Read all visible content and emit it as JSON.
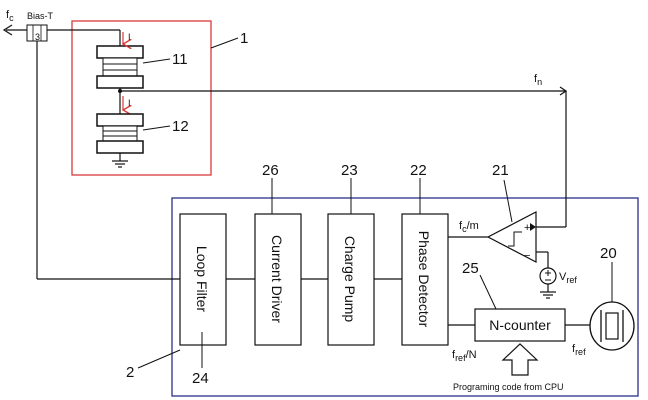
{
  "labels": {
    "fc": "f",
    "fc_sub": "c",
    "bias_t": "Bias-T",
    "bias_t_num": "3",
    "fn": "f",
    "fn_sub": "n",
    "ref_1": "1",
    "ref_11": "11",
    "ref_12": "12",
    "ref_2": "2",
    "ref_24": "24",
    "ref_26": "26",
    "ref_23": "23",
    "ref_22": "22",
    "ref_21": "21",
    "ref_25": "25",
    "ref_20": "20",
    "current_i1": "I",
    "current_i2": "I",
    "fcm": "f",
    "fcm_sub": "c",
    "fcm_tail": "/m",
    "plus": "+",
    "minus": "−",
    "vref": "V",
    "vref_sub": "ref",
    "fref_n": "f",
    "fref_n_sub": "ref",
    "fref_n_tail": "/N",
    "fref": "f",
    "fref_sub": "ref",
    "programming": "Programing code from CPU"
  },
  "blocks": {
    "loop_filter": "Loop Filter",
    "current_driver": "Current Driver",
    "charge_pump": "Charge Pump",
    "phase_detector": "Phase Detector",
    "n_counter": "N-counter"
  },
  "colors": {
    "red_box": "#d93a3a",
    "blue_box": "#2a2f8a",
    "line": "#111111",
    "arrow_red": "#d93a3a"
  }
}
